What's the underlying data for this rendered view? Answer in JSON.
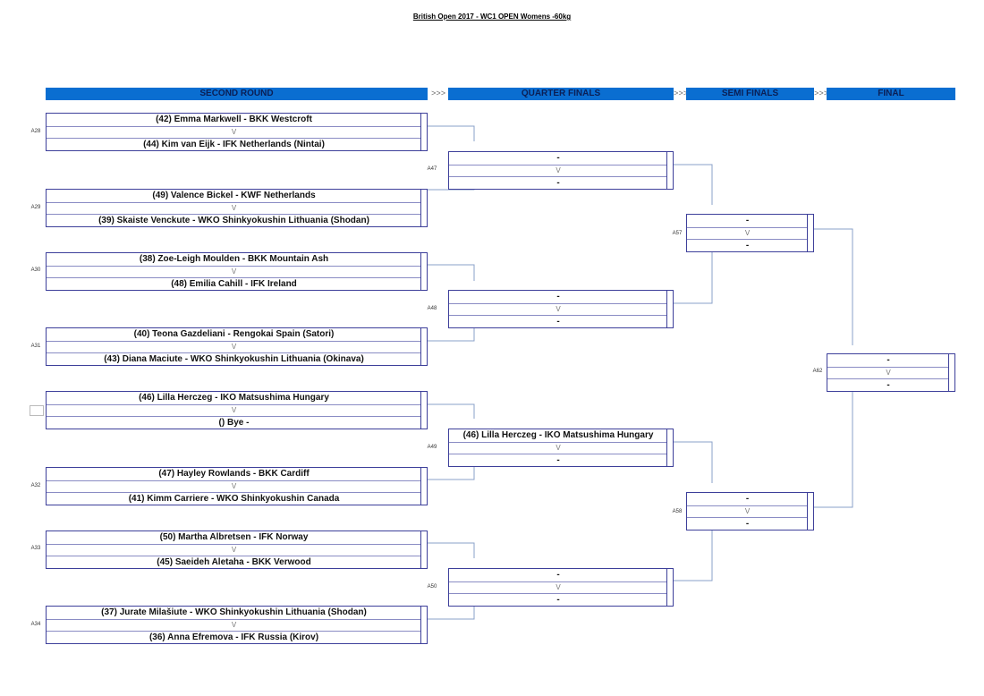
{
  "title": "British Open 2017 - WC1 OPEN Womens -60kg",
  "separator": ">>>",
  "rounds": [
    "SECOND ROUND",
    "QUARTER FINALS",
    "SEMI FINALS",
    "FINAL"
  ],
  "versus": "V",
  "matches": [
    {
      "id": "A28",
      "top": "(42) Emma Markwell - BKK Westcroft",
      "bottom": "(44) Kim van Eijk - IFK Netherlands (Nintai)"
    },
    {
      "id": "A29",
      "top": "(49) Valence Bickel - KWF Netherlands",
      "bottom": "(39) Skaiste Venckute - WKO Shinkyokushin Lithuania (Shodan)"
    },
    {
      "id": "A30",
      "top": "(38) Zoe-Leigh Moulden - BKK Mountain Ash",
      "bottom": "(48) Emilia Cahill - IFK Ireland"
    },
    {
      "id": "A31",
      "top": "(40) Teona Gazdeliani - Rengokai Spain (Satori)",
      "bottom": "(43) Diana Maciute - WKO Shinkyokushin Lithuania (Okinava)"
    },
    {
      "id": "",
      "top": "(46) Lilla Herczeg - IKO Matsushima Hungary",
      "bottom": "() Bye -"
    },
    {
      "id": "A32",
      "top": "(47) Hayley Rowlands - BKK Cardiff",
      "bottom": "(41) Kimm Carriere - WKO Shinkyokushin Canada"
    },
    {
      "id": "A33",
      "top": "(50) Martha Albretsen - IFK Norway",
      "bottom": "(45) Saeideh Aletaha - BKK Verwood"
    },
    {
      "id": "A34",
      "top": "(37) Jurate Milašiute - WKO Shinkyokushin Lithuania (Shodan)",
      "bottom": "(36) Anna Efremova - IFK Russia (Kirov)"
    },
    {
      "id": "A47",
      "top": "-",
      "bottom": "-"
    },
    {
      "id": "A48",
      "top": "-",
      "bottom": "-"
    },
    {
      "id": "A49",
      "top": "(46) Lilla Herczeg - IKO Matsushima Hungary",
      "bottom": "-"
    },
    {
      "id": "A50",
      "top": "-",
      "bottom": "-"
    },
    {
      "id": "A57",
      "top": "-",
      "bottom": "-"
    },
    {
      "id": "A58",
      "top": "-",
      "bottom": "-"
    },
    {
      "id": "A62",
      "top": "-",
      "bottom": "-"
    }
  ]
}
